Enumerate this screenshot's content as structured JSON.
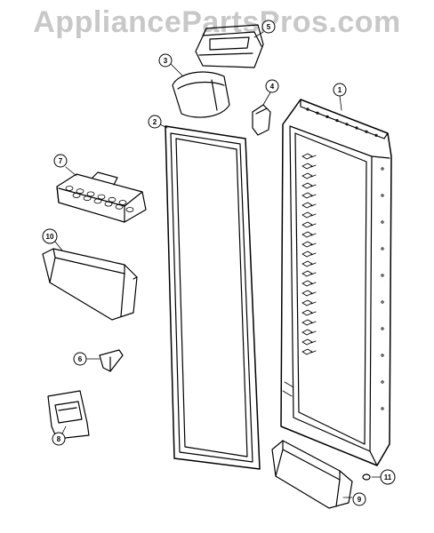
{
  "watermark": {
    "text": "AppliancePartsPros.com",
    "color": "#c8c8c8"
  },
  "callouts": {
    "c1": "1",
    "c2": "2",
    "c3": "3",
    "c4": "4",
    "c5": "5",
    "c6": "6",
    "c7": "7",
    "c8": "8",
    "c9": "9",
    "c10": "10",
    "c11": "11"
  },
  "line_color": "#000000"
}
